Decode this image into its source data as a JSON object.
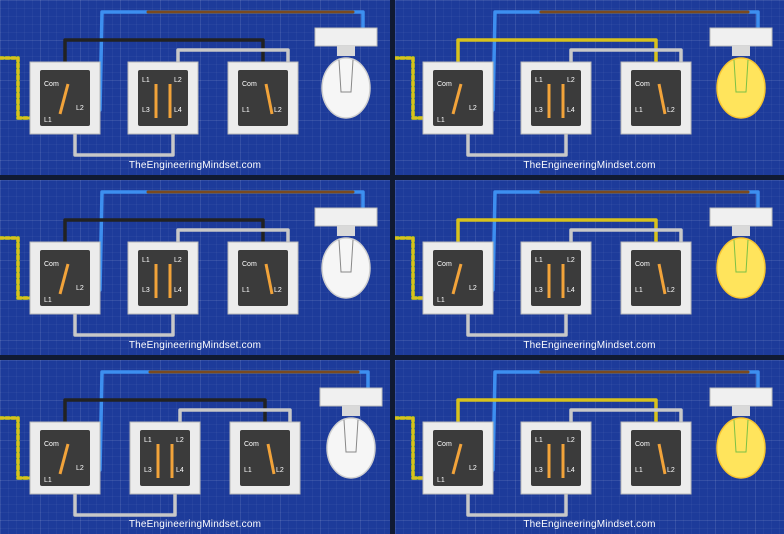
{
  "panels": [
    {
      "id": "top-left",
      "state": "off",
      "credit": "TheEngineeringMindset.com"
    },
    {
      "id": "top-right",
      "state": "on",
      "credit": "TheEngineeringMindset.com"
    },
    {
      "id": "middle-left",
      "state": "off",
      "credit": "TheEngineeringMindset.com"
    },
    {
      "id": "middle-right",
      "state": "on",
      "credit": "TheEngineeringMindset.com"
    },
    {
      "id": "bottom-left",
      "state": "off",
      "credit": "TheEngineeringMindset.com"
    },
    {
      "id": "bottom-right",
      "state": "on",
      "credit": "TheEngineeringMindset.com"
    }
  ],
  "switch_labels": {
    "two_way": [
      "Com",
      "L1",
      "L2"
    ],
    "intermediate": [
      "L1",
      "L2",
      "L3",
      "L4"
    ]
  },
  "wire_colors": {
    "live_brown": "#7a4a1e",
    "switch_wire_blue": "#3d8ff0",
    "earth_yellow": "#d8c21c",
    "earth_green": "#2e9a3c",
    "neutral_black": "#222222",
    "grey_strapper": "#c8c8c8",
    "green_strapper": "#8cc06a",
    "switch_lever": "#f2a33a",
    "bulb_on": "#ffe45c",
    "bulb_off": "#f6f6f6"
  }
}
